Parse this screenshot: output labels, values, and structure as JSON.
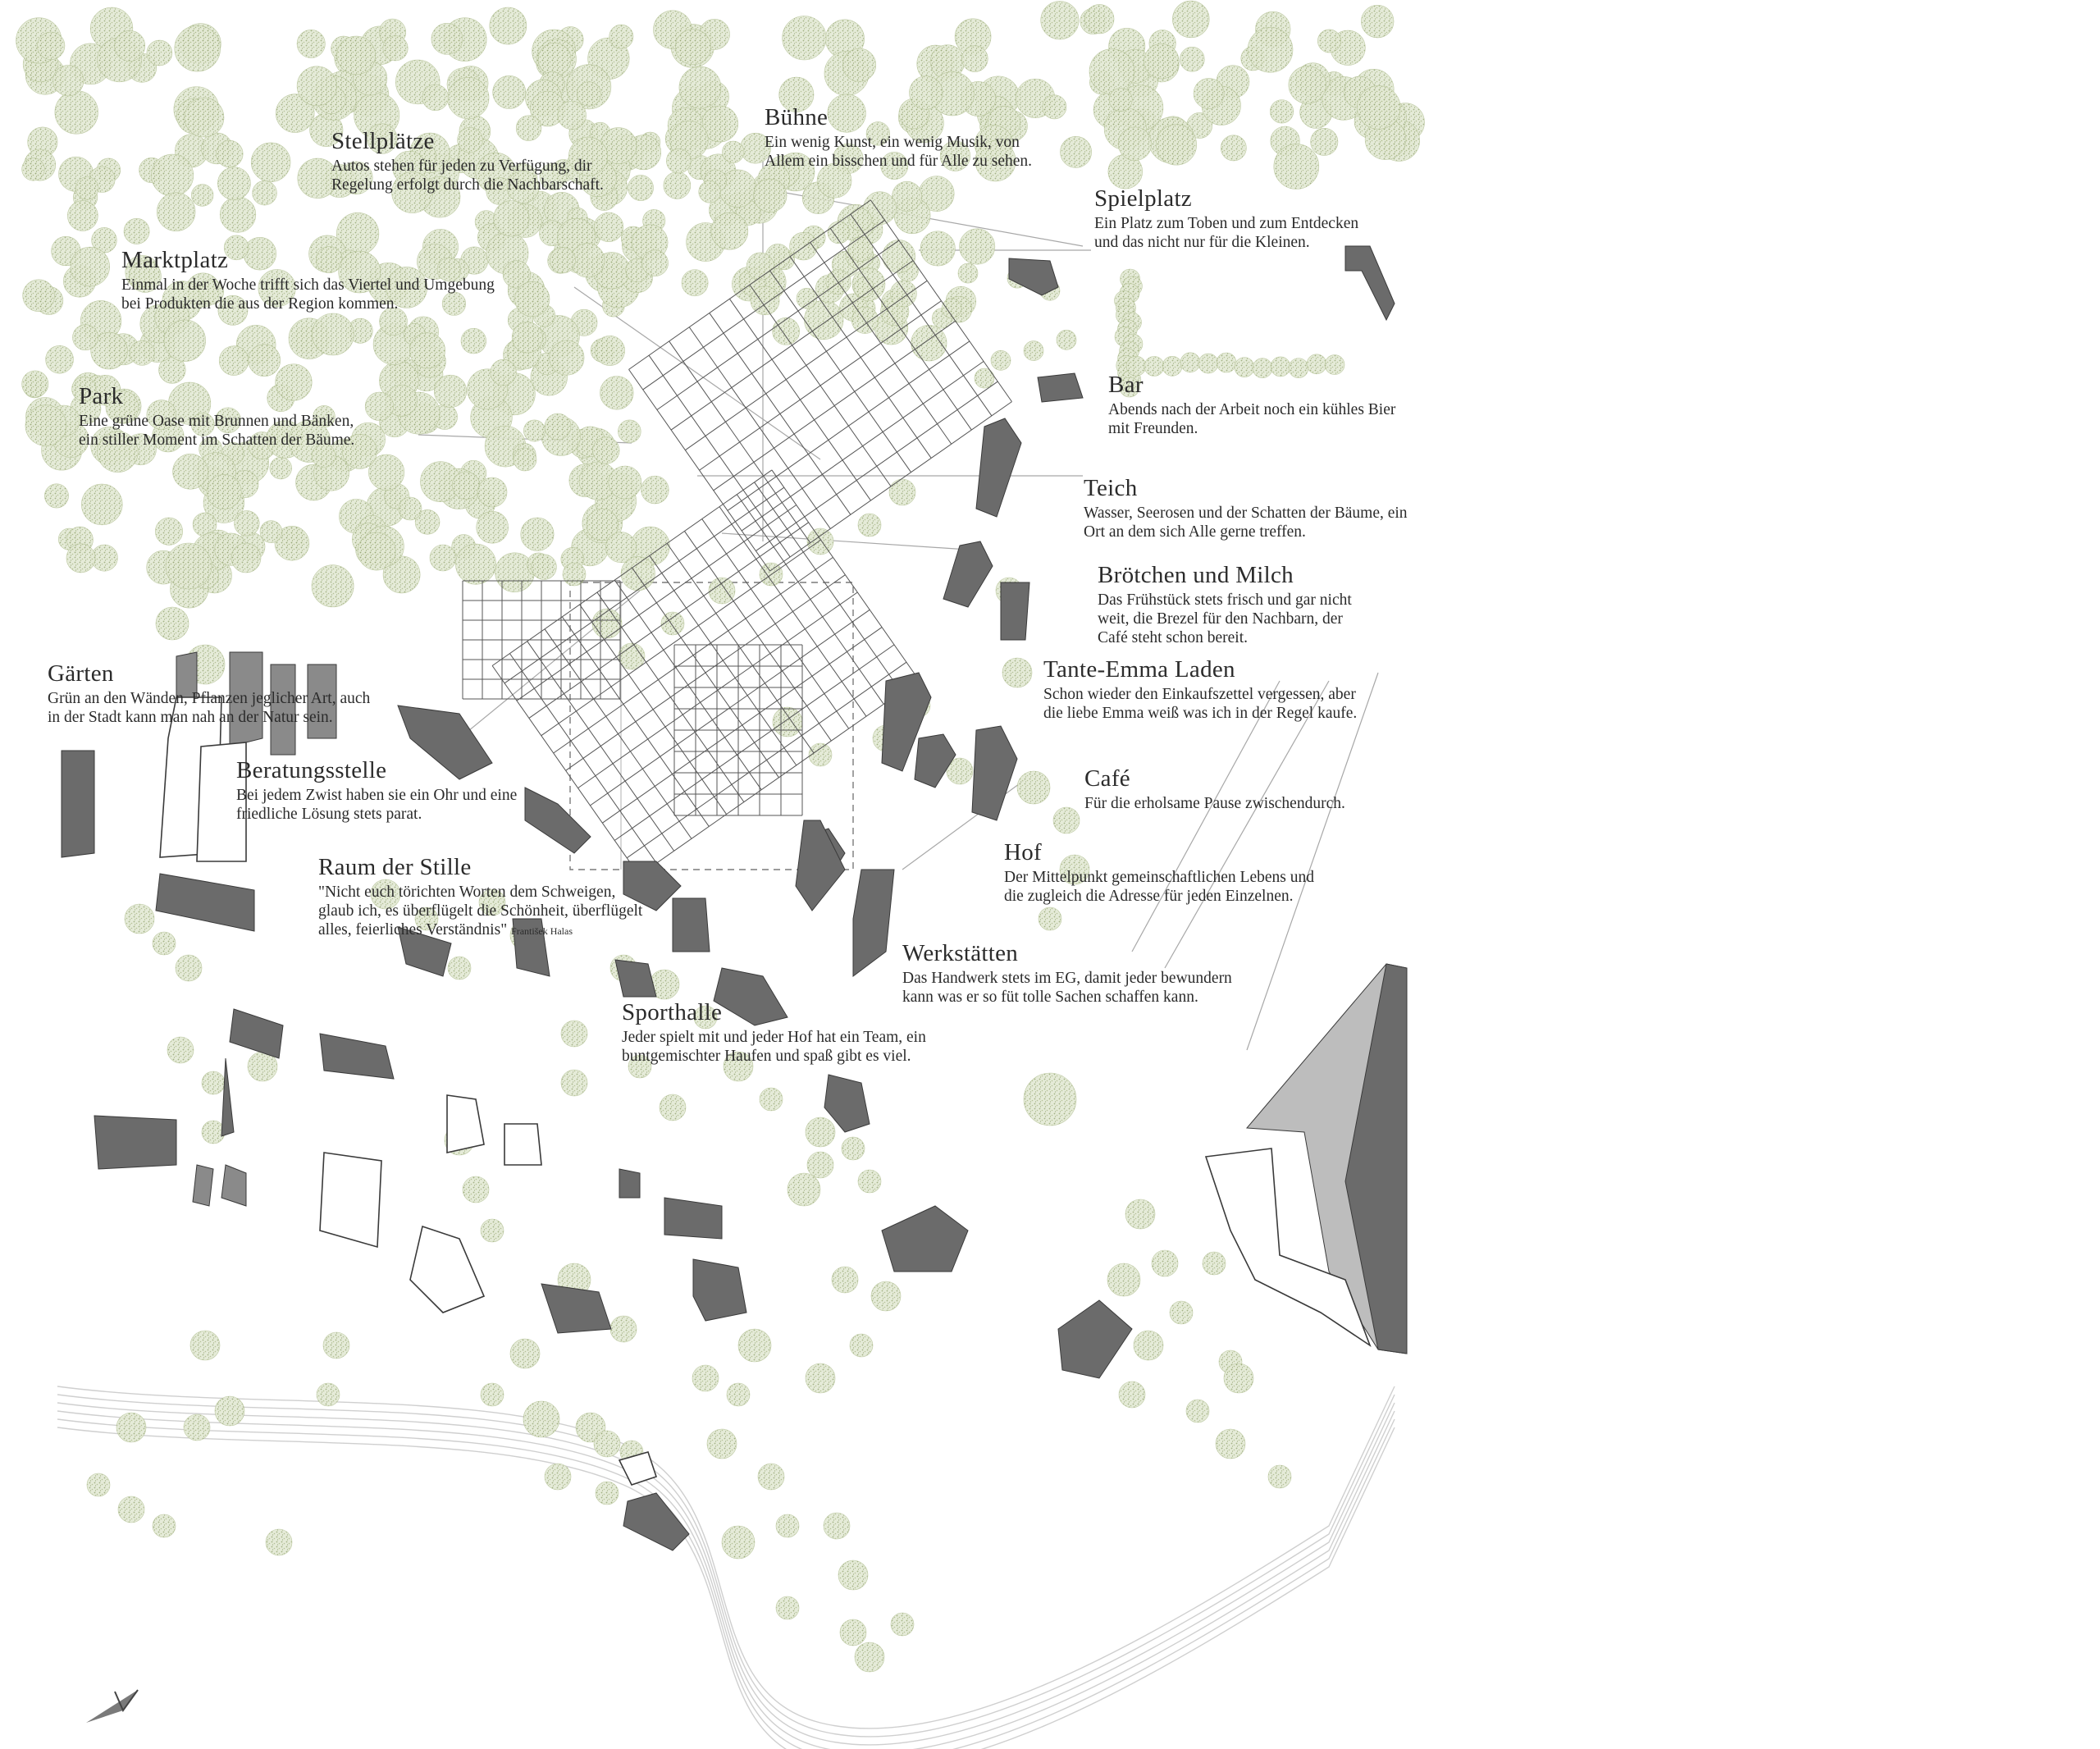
{
  "labels": [
    {
      "key": "stellplaetze",
      "title": "Stellplätze",
      "text": "Autos stehen für jeden zu Verfügung, dir\nRegelung erfolgt durch die Nachbarschaft."
    },
    {
      "key": "buehne",
      "title": "Bühne",
      "text": "Ein wenig Kunst, ein wenig Musik, von\nAllem ein bisschen und für Alle zu sehen."
    },
    {
      "key": "spielplatz",
      "title": "Spielplatz",
      "text": "Ein Platz zum Toben und zum Entdecken\nund das nicht nur für die Kleinen."
    },
    {
      "key": "marktplatz",
      "title": "Marktplatz",
      "text": "Einmal in der Woche trifft sich das Viertel und Umgebung\nbei Produkten die aus der Region kommen."
    },
    {
      "key": "park",
      "title": "Park",
      "text": "Eine grüne Oase mit Brunnen und Bänken,\nein stiller Moment im Schatten der Bäume."
    },
    {
      "key": "bar",
      "title": "Bar",
      "text": "Abends nach der Arbeit noch ein kühles Bier\nmit Freunden."
    },
    {
      "key": "teich",
      "title": "Teich",
      "text": "Wasser, Seerosen und der Schatten der Bäume, ein\nOrt an dem sich Alle gerne treffen."
    },
    {
      "key": "broetchen",
      "title": "Brötchen und Milch",
      "text": "Das Frühstück stets frisch und gar nicht\nweit, die Brezel für den Nachbarn, der\nCafé steht schon bereit."
    },
    {
      "key": "tante_emma",
      "title": "Tante-Emma Laden",
      "text": "Schon wieder den Einkaufszettel vergessen, aber\ndie liebe Emma weiß was ich in der Regel kaufe."
    },
    {
      "key": "gaerten",
      "title": "Gärten",
      "text": "Grün an den Wänden, Pflanzen jeglicher Art, auch\nin der Stadt kann man nah an der Natur sein."
    },
    {
      "key": "beratungsstelle",
      "title": "Beratungsstelle",
      "text": "Bei jedem Zwist haben sie ein Ohr und eine\nfriedliche Lösung stets parat."
    },
    {
      "key": "cafe",
      "title": "Café",
      "text": "Für die erholsame Pause zwischendurch."
    },
    {
      "key": "hof",
      "title": "Hof",
      "text": "Der Mittelpunkt gemeinschaftlichen Lebens und\ndie zugleich die Adresse für jeden Einzelnen."
    },
    {
      "key": "raum_der_stille",
      "title": "Raum der Stille",
      "text": "\"Nicht euch törichten Worten dem Schweigen,\nglaub ich, es überflügelt die Schönheit, überflügelt\nalles, feierliches Verständnis\"",
      "citation": "František Halas"
    },
    {
      "key": "werkstaetten",
      "title": "Werkstätten",
      "text": "Das Handwerk stets im EG, damit jeder bewundern\nkann was er so füt tolle Sachen schaffen kann."
    },
    {
      "key": "sporthalle",
      "title": "Sporthalle",
      "text": "Jeder spielt mit und jeder Hof hat ein Team, ein\nbuntgemischter Haufen und spaß gibt es viel."
    }
  ],
  "colors": {
    "tree_fill": "#dfe6cf",
    "tree_edge": "#b7c49a",
    "tree_stipple": "#9aaa78",
    "building_dark": "#6b6b6b",
    "building_mid": "#8a8a8a",
    "building_light": "#bdbdbd",
    "grid_line": "#4a4a4a",
    "guide_line": "#9a9a9a",
    "text": "#2b2b2b"
  },
  "icons": [
    "north-arrow-icon"
  ]
}
